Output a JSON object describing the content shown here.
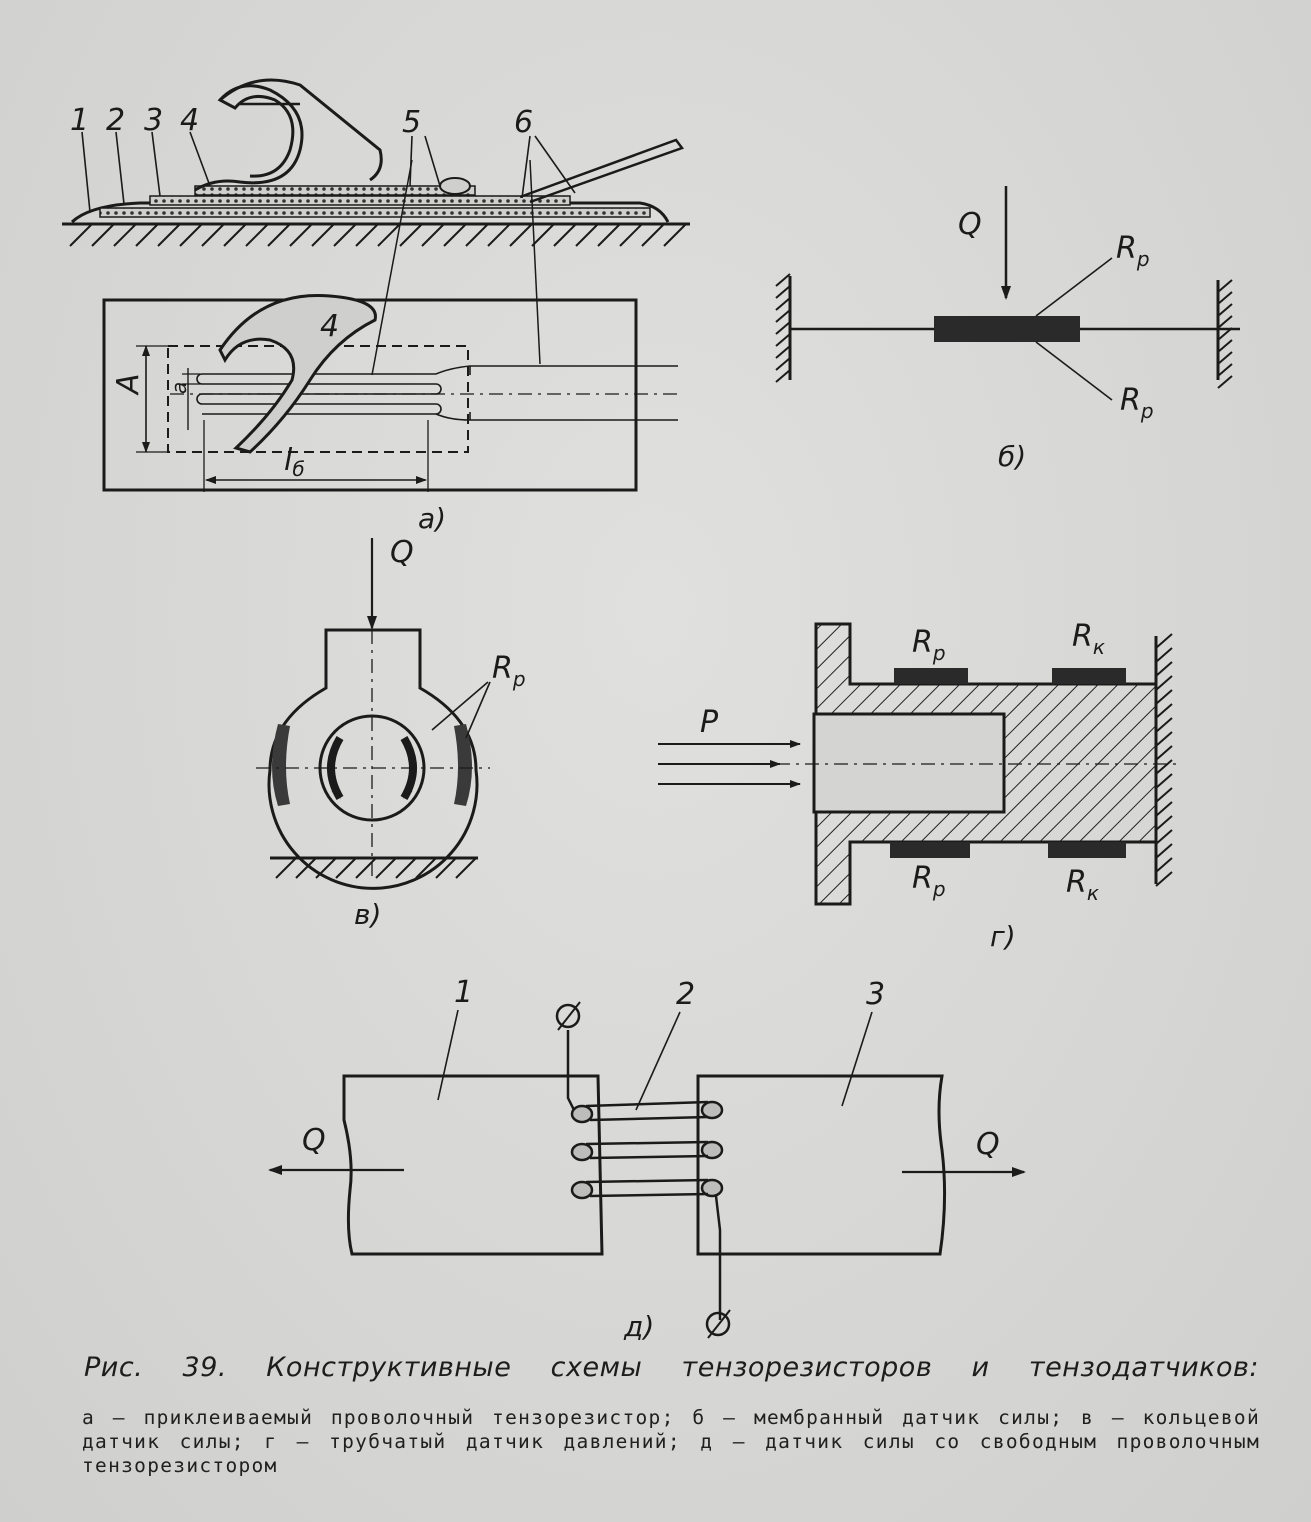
{
  "figure": {
    "panel_a": {
      "part_labels": [
        "1",
        "2",
        "3",
        "4",
        "5",
        "6"
      ],
      "plan_cover_label": "4",
      "dim_A": "A",
      "dim_a": "a",
      "dim_base": "l",
      "dim_base_sub": "б",
      "panel_label": "а)"
    },
    "panel_b": {
      "force": "Q",
      "resistor_top": "R",
      "resistor_top_sub": "р",
      "resistor_bottom": "R",
      "resistor_bottom_sub": "р",
      "panel_label": "б)"
    },
    "panel_v": {
      "force": "Q",
      "resistor": "R",
      "resistor_sub": "р",
      "panel_label": "в)"
    },
    "panel_g": {
      "pressure": "P",
      "rp_top": "R",
      "rp_top_sub": "р",
      "rk_top": "R",
      "rk_top_sub": "к",
      "rp_bottom": "R",
      "rp_bottom_sub": "р",
      "rk_bottom": "R",
      "rk_bottom_sub": "к",
      "panel_label": "г)"
    },
    "panel_d": {
      "part_labels": [
        "1",
        "2",
        "3"
      ],
      "force_left": "Q",
      "force_right": "Q",
      "panel_label": "д)"
    }
  },
  "caption": {
    "title": "Рис. 39. Конструктивные схемы тензорезисторов и тензодатчиков:",
    "legend": "а — приклеиваемый проволочный тензорезистор; б — мембранный датчик силы; в — кольцевой датчик силы; г — трубчатый датчик давлений; д — датчик силы со свободным проволочным тензорезистором"
  }
}
